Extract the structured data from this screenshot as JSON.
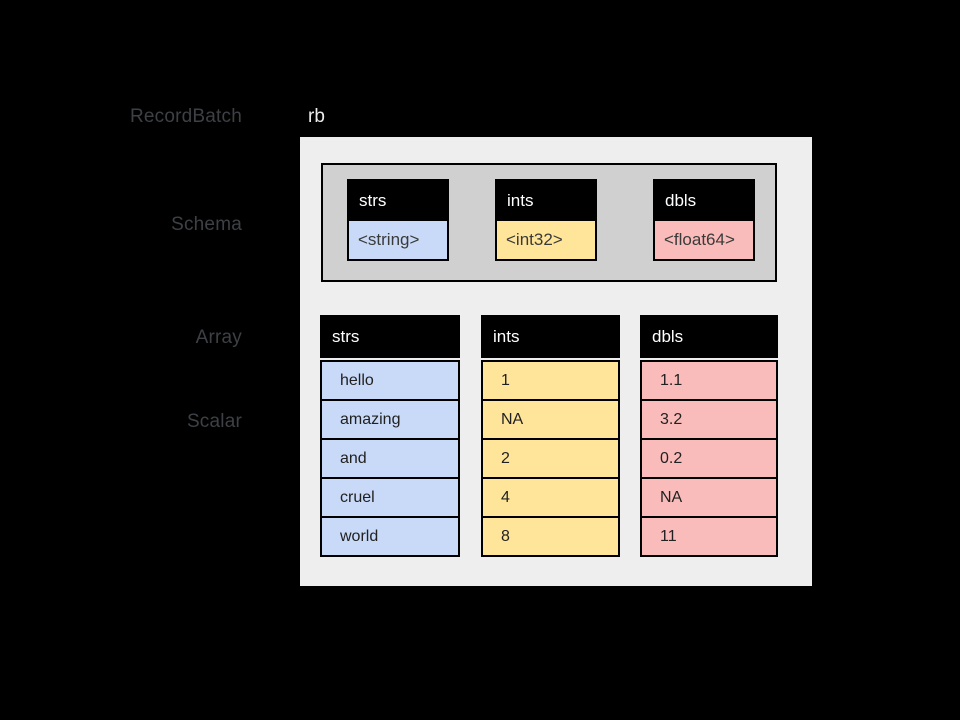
{
  "labels": {
    "recordbatch": "RecordBatch",
    "schema": "Schema",
    "array": "Array",
    "scalar": "Scalar",
    "rb": "rb"
  },
  "colors": {
    "background": "#000000",
    "recordbatch_box": "#eeeeee",
    "schema_box": "#d0d0d0",
    "header_bg": "#000000",
    "header_text": "#ffffff",
    "side_label_text": "#3d4145",
    "string_fill": "#c9daf8",
    "int_fill": "#ffe599",
    "double_fill": "#f9bcba"
  },
  "schema": {
    "fields": [
      {
        "name": "strs",
        "type": "<string>"
      },
      {
        "name": "ints",
        "type": "<int32>"
      },
      {
        "name": "dbls",
        "type": "<float64>"
      }
    ]
  },
  "arrays": [
    {
      "name": "strs",
      "values": [
        "hello",
        "amazing",
        "and",
        "cruel",
        "world"
      ]
    },
    {
      "name": "ints",
      "values": [
        "1",
        "NA",
        "2",
        "4",
        "8"
      ]
    },
    {
      "name": "dbls",
      "values": [
        "1.1",
        "3.2",
        "0.2",
        "NA",
        "11"
      ]
    }
  ]
}
